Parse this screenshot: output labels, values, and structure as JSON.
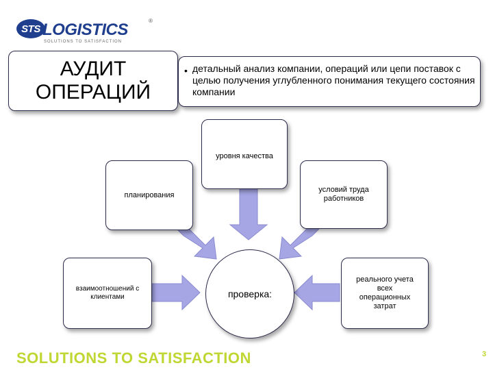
{
  "logo": {
    "mark": "STS",
    "name": "LOGISTICS",
    "registered": "®",
    "tagline": "SOLUTIONS TO SATISFACTION"
  },
  "title": {
    "line1": "АУДИТ",
    "line2": "ОПЕРАЦИЙ"
  },
  "description": {
    "bullet": "•",
    "text": "детальный анализ компании, операций или цепи поставок с целью получения углубленного понимания текущего состояния компании"
  },
  "nodes": {
    "quality": "уровня качества",
    "planning": "планирования",
    "labor": "условий труда работников",
    "clients": "взаимоотношений с клиентами",
    "real_costs": "реального учета всех операционных затрат",
    "center": "проверка:"
  },
  "footer": {
    "slogan": "SOLUTIONS TO SATISFACTION",
    "page": "3"
  },
  "colors": {
    "arrow_fill": "#a6a6e4",
    "arrow_stroke": "#8a8ad0",
    "footer": "#c0d632",
    "logo": "#1f3f8e"
  }
}
